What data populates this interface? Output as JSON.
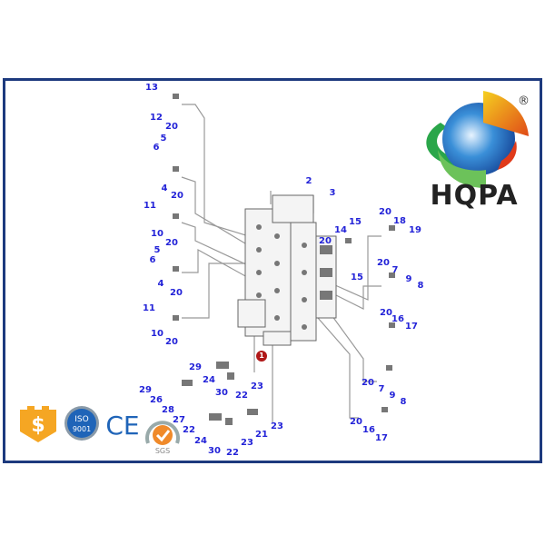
{
  "brand": {
    "name": "HQPA",
    "registered": "®"
  },
  "callouts": [
    "13",
    "12",
    "20",
    "5",
    "6",
    "4",
    "20",
    "11",
    "10",
    "20",
    "5",
    "6",
    "4",
    "20",
    "11",
    "10",
    "20",
    "2",
    "3",
    "20",
    "14",
    "15",
    "15",
    "20",
    "18",
    "19",
    "20",
    "7",
    "9",
    "8",
    "20",
    "16",
    "17",
    "20",
    "7",
    "9",
    "8",
    "20",
    "16",
    "17",
    "29",
    "24",
    "30",
    "22",
    "23",
    "29",
    "26",
    "28",
    "27",
    "22",
    "24",
    "30",
    "22",
    "23",
    "21",
    "23"
  ],
  "main_part": "1",
  "badges": {
    "iso_top": "ISO",
    "iso_bottom": "9001",
    "ce": "CE",
    "sgs": "SGS",
    "dollar": "$"
  },
  "colors": {
    "frame": "#1d3a7e",
    "callout": "#2323d8",
    "marker": "#b01818"
  }
}
